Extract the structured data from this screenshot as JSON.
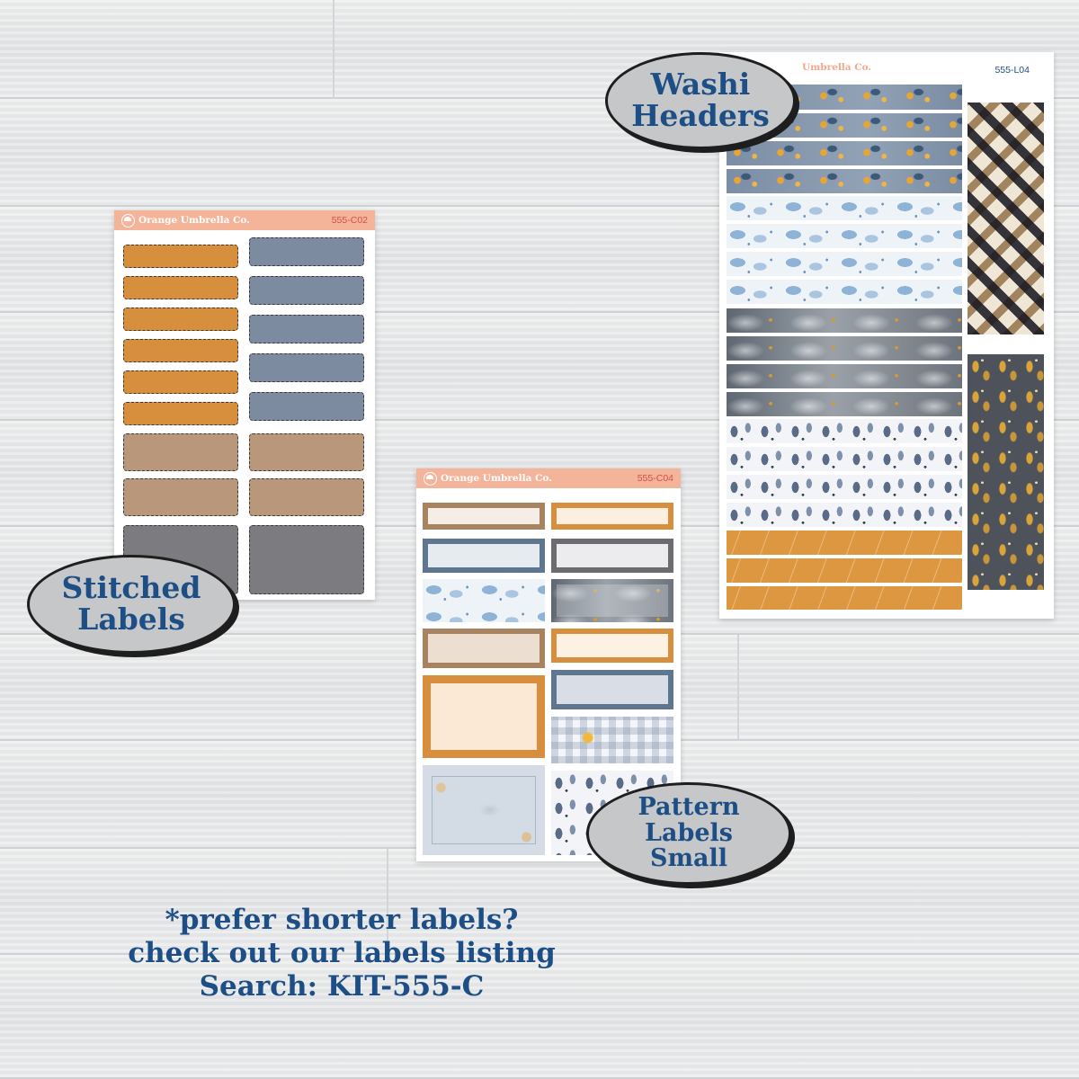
{
  "colors": {
    "background": "#e7e8ea",
    "header_peach": "#f4b49a",
    "code_red": "#d2504a",
    "callout_text": "#1d4f86",
    "orange": "#d78f3e",
    "slate": "#7d8ba0",
    "tan": "#b9977a",
    "gray": "#7c7b80"
  },
  "sheet_c02": {
    "brand": "Orange Umbrella Co.",
    "code": "555-C02"
  },
  "sheet_c04": {
    "brand": "Orange Umbrella Co.",
    "code": "555-C04"
  },
  "sheet_l04": {
    "brand": "Umbrella Co.",
    "code": "555-L04"
  },
  "callouts": {
    "washi": [
      "Washi",
      "Headers"
    ],
    "stitched": [
      "Stitched",
      "Labels"
    ],
    "pattern": [
      "Pattern",
      "Labels",
      "Small"
    ]
  },
  "footer": {
    "line1": "*prefer shorter labels?",
    "line2": "check out our labels listing",
    "line3": "Search: KIT-555-C"
  }
}
